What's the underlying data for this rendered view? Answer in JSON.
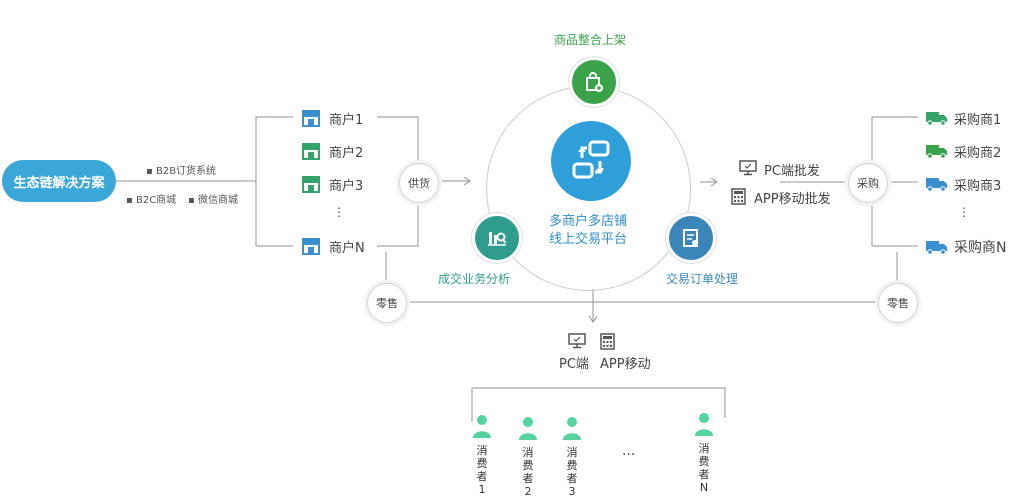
{
  "solution": "生态链解决方案",
  "left_labels": [
    "B2B订货系统",
    "B2C商城",
    "微信商城"
  ],
  "merchants": [
    "商户1",
    "商户2",
    "商户3",
    "⋮",
    "商户N"
  ],
  "supply_node": "供货",
  "top_label": "商品整合上架",
  "center_text": [
    "多商户多店铺",
    "线上交易平台"
  ],
  "left_bottom_label": "成交业务分析",
  "right_bottom_label": "交易订单处理",
  "wholesale": [
    "PC端批发",
    "APP移动批发"
  ],
  "buy_node": "采购",
  "buyers": [
    "采购商1",
    "采购商2",
    "采购商3",
    "⋮",
    "采购商N"
  ],
  "retail_node": "零售",
  "retail_channels": [
    "PC端",
    "APP移动"
  ],
  "consumers": [
    "消费者1",
    "消费者2",
    "消费者3",
    "消费者N"
  ],
  "ellipsis": "···",
  "colors": {
    "blue": "#3ba7d8",
    "green": "#3aa34a",
    "teal": "#2e9d8e",
    "dark_blue": "#3a86b8",
    "mint": "#55d39f",
    "merchant_blue": "#3a8fd0",
    "merchant_green": "#34a36a"
  },
  "icons": [
    "store-icon",
    "truck-icon",
    "monitor-icon",
    "calculator-icon",
    "shopping-bag-icon",
    "sync-icon",
    "chart-icon",
    "document-icon",
    "person-icon"
  ]
}
